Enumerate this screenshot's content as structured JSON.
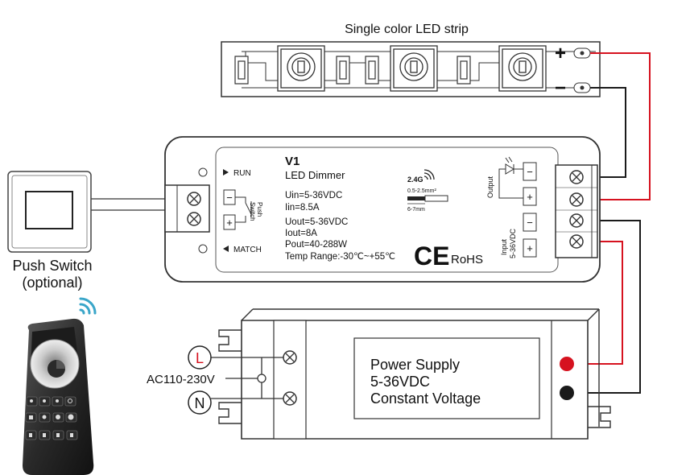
{
  "led_strip": {
    "title": "Single color LED strip",
    "plus": "+",
    "minus": "−"
  },
  "push_switch": {
    "label_line1": "Push Switch",
    "label_line2": "(optional)"
  },
  "dimmer": {
    "model": "V1",
    "name": "LED Dimmer",
    "run_label": "RUN",
    "match_label": "MATCH",
    "uin": "Uin=5-36VDC",
    "iin": "Iin=8.5A",
    "uout": "Uout=5-36VDC",
    "iout": "Iout=8A",
    "pout": "Pout=40-288W",
    "temp_range": "Temp Range:-30℃~+55℃",
    "wireless": "2.4G",
    "wire_gauge": "0.5-2.5mm²",
    "strip_length": "6-7mm",
    "ce_mark": "CE",
    "rohs": "RoHS",
    "push_switch_side_1": "Push",
    "push_switch_side_2": "Switch",
    "output_label": "Output",
    "input_label_1": "Input",
    "input_label_2": "5-36VDC",
    "term_minus": "−",
    "term_plus": "+"
  },
  "power_supply": {
    "line1": "Power Supply",
    "line2": "5-36VDC",
    "line3": "Constant Voltage",
    "ac_label": "AC110-230V",
    "l_label": "L",
    "n_label": "N"
  },
  "remote": {
    "icon_names": [
      "wifi-signal-icon",
      "color-wheel-icon"
    ]
  },
  "colors": {
    "red_wire": "#d6121f",
    "black_wire": "#1a1a1a",
    "outline": "#333333"
  }
}
